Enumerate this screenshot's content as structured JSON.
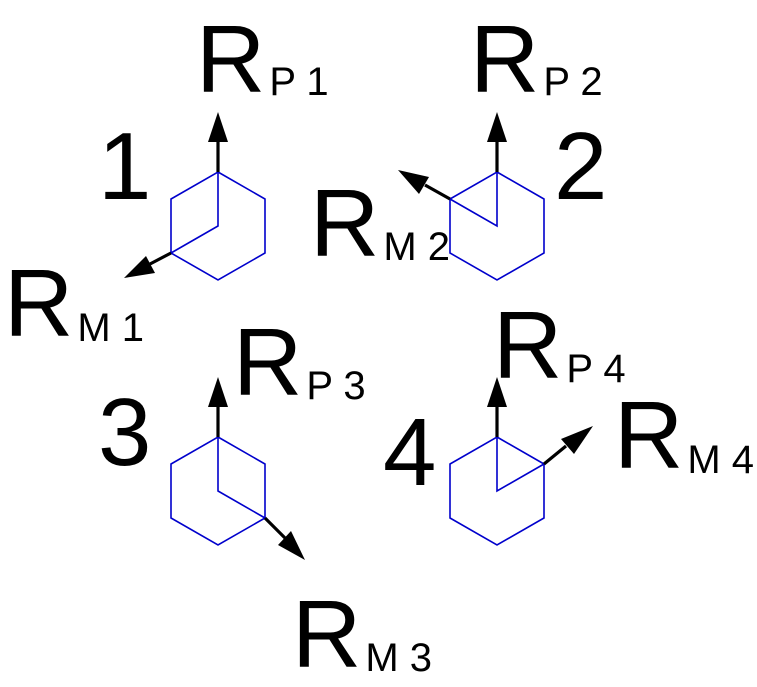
{
  "colors": {
    "ring": "#0000cc",
    "arrow": "#000000",
    "text": "#000000",
    "background": "#ffffff"
  },
  "molecules": [
    {
      "number": "1",
      "labels": [
        {
          "base": "R",
          "sub": "P 1"
        },
        {
          "base": "R",
          "sub": "M 1"
        }
      ]
    },
    {
      "number": "2",
      "labels": [
        {
          "base": "R",
          "sub": "P 2"
        },
        {
          "base": "R",
          "sub": "M 2"
        }
      ]
    },
    {
      "number": "3",
      "labels": [
        {
          "base": "R",
          "sub": "P 3"
        },
        {
          "base": "R",
          "sub": "M 3"
        }
      ]
    },
    {
      "number": "4",
      "labels": [
        {
          "base": "R",
          "sub": "P 4"
        },
        {
          "base": "R",
          "sub": "M 4"
        }
      ]
    }
  ]
}
